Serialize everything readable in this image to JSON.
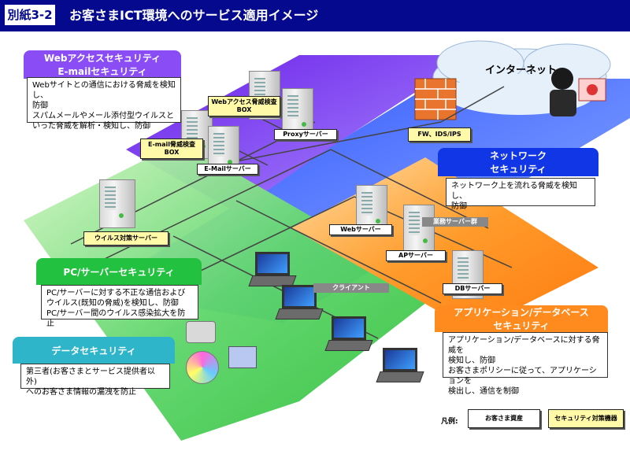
{
  "header": {
    "tag": "別紙3-2",
    "title": "お客さまICT環境へのサービス適用イメージ"
  },
  "web_security": {
    "title": "Webアクセスセキュリティ",
    "subtitle": "E-mailセキュリティ",
    "desc": "Webサイトとの通信における脅威を検知し、\n防御\nスパムメールやメール添付型ウイルスと\nいった脅威を解析・検知し、防御"
  },
  "network_security": {
    "title": "ネットワーク",
    "subtitle": "セキュリティ",
    "desc": "ネットワーク上を流れる脅威を検知し、\n防御"
  },
  "pc_security": {
    "title": "PC/サーバーセキュリティ",
    "desc": "PC/サーバーに対する不正な通信および\nウイルス(既知の脅威)を検知し、防御\nPC/サーバー間のウイルス感染拡大を防止"
  },
  "app_security": {
    "title": "アプリケーション/データベース",
    "subtitle": "セキュリティ",
    "desc": "アプリケーション/データベースに対する脅威を\n検知し、防御\nお客さまポリシーに従って、アプリケーションを\n検出し、通信を制御"
  },
  "data_security": {
    "title": "データセキュリティ",
    "desc": "第三者(お客さまとサービス提供者以外)\nへのお客さま情報の漏洩を防止"
  },
  "labels": {
    "web_box": "Webアクセス脅威検査\nBOX",
    "mail_box": "E-mail脅威検査\nBOX",
    "proxy": "Proxyサーバー",
    "email_server": "E-Mailサーバー",
    "internet": "インターネット",
    "fw": "FW、IDS/IPS",
    "antivirus": "ウイルス対策サーバー",
    "web_server": "Webサーバー",
    "biz_group": "業務サーバー群",
    "ap_server": "APサーバー",
    "db_server": "DBサーバー",
    "client": "クライアント"
  },
  "legend": {
    "label": "凡例:",
    "customer_asset": "お客さま資産",
    "security_device": "セキュリティ対策機器"
  },
  "colors": {
    "header": "#04098e",
    "purple": "#7b2ff7",
    "blue": "#0b2fe0",
    "green": "#28c84a",
    "orange": "#ff8a1e",
    "cyan": "#2bb4c8",
    "label_yellow": "#fff9a8"
  }
}
